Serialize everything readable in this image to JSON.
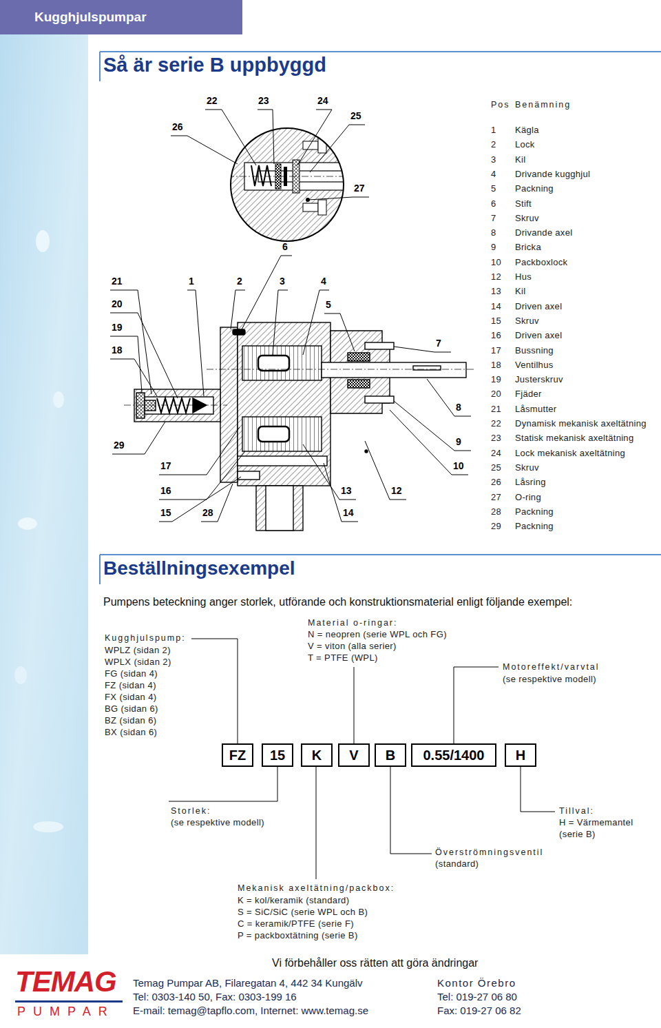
{
  "diagram": {
    "title": "Så är serie B uppbyggd",
    "nodes": [
      {
        "text": [
          "Kugghjulspumpar"
        ]
      },
      {
        "text": [
          "FZ"
        ]
      },
      {
        "text": [
          "15"
        ]
      },
      {
        "text": [
          "K"
        ]
      },
      {
        "text": [
          "V"
        ]
      },
      {
        "text": [
          "B"
        ]
      },
      {
        "text": [
          "0.55/1400"
        ]
      },
      {
        "text": [
          "H"
        ]
      }
    ],
    "labels": [
      "22",
      "23",
      "24",
      "25",
      "26",
      "27",
      "6",
      "21",
      "1",
      "2",
      "3",
      "4",
      "20",
      "5",
      "19",
      "7",
      "18",
      "8",
      "29",
      "9",
      "17",
      "10",
      "16",
      "13",
      "12",
      "15",
      "28",
      "14",
      "Pos",
      "Benämning",
      "1",
      "Kägla",
      "2",
      "Lock",
      "3",
      "Kil",
      "4",
      "Drivande kugghjul",
      "5",
      "Packning",
      "6",
      "Stift",
      "7",
      "Skruv",
      "8",
      "Drivande axel",
      "9",
      "Bricka",
      "10",
      "Packboxlock",
      "12",
      "Hus",
      "13",
      "Kil",
      "14",
      "Driven axel",
      "15",
      "Skruv",
      "16",
      "Driven axel",
      "17",
      "Bussning",
      "18",
      "Ventilhus",
      "19",
      "Justerskruv",
      "20",
      "Fjäder",
      "21",
      "Låsmutter",
      "22",
      "Dynamisk mekanisk axeltätning",
      "23",
      "Statisk mekanisk axeltätning",
      "24",
      "Lock mekanisk axeltätning",
      "25",
      "Skruv",
      "26",
      "Låsring",
      "27",
      "O-ring",
      "28",
      "Packning",
      "29",
      "Packning",
      "Beställningsexempel",
      "Pumpens beteckning anger storlek, utförande och konstruktionsmaterial enligt följande exempel:",
      "Kugghjulspump:",
      "WPLZ (sidan 2)",
      "WPLX (sidan 2)",
      "FG (sidan 4)",
      "FZ (sidan 4)",
      "FX (sidan 4)",
      "BG (sidan 6)",
      "BZ (sidan 6)",
      "BX (sidan 6)",
      "Material o-ringar:",
      "N = neopren (serie WPL och FG)",
      "V = viton (alla serier)",
      "T = PTFE (WPL)",
      "Motoreffekt/varvtal",
      "(se respektive modell)",
      "Storlek:",
      "(se respektive modell)",
      "Tillval:",
      "H = Värmemantel",
      "(serie B)",
      "Överströmningsventil",
      "(standard)",
      "Mekanisk axeltätning/packbox:",
      "K = kol/keramik (standard)",
      "S = SiC/SiC (serie WPL och B)",
      "C = keramik/PTFE (serie F)",
      "P = packboxtätning (serie B)",
      "Vi förbehåller oss rätten att göra ändringar",
      "TEMAG",
      "PUMPAR",
      "Temag Pumpar AB, Filaregatan 4, 442 34 Kungälv",
      "Tel: 0303-140 50, Fax: 0303-199 16",
      "E-mail: temag@tapflo.com, Internet: www.temag.se",
      "Kontor Örebro",
      "Tel: 019-27 06 80",
      "Fax: 019-27 06 82"
    ]
  }
}
